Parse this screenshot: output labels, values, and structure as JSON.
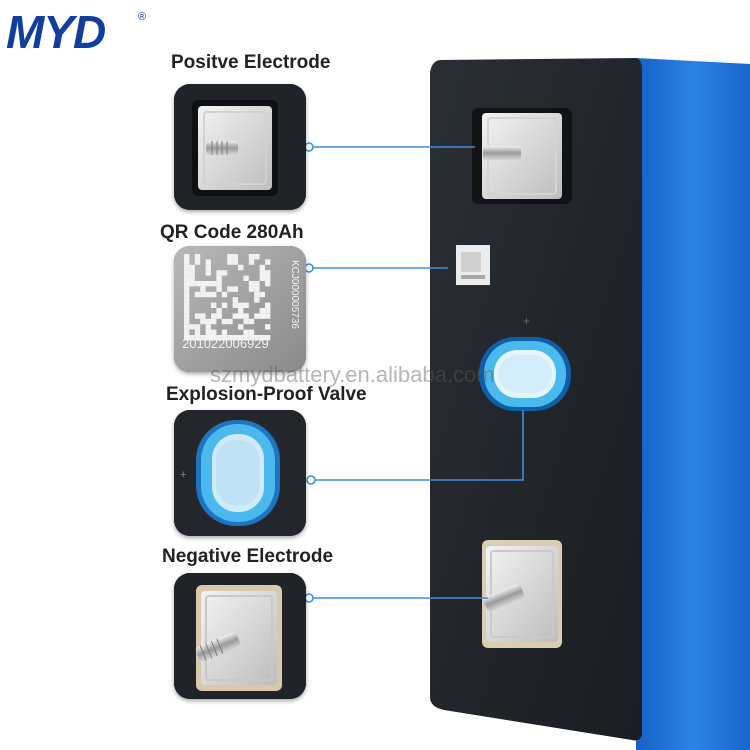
{
  "brand": {
    "logo_text": "MYD",
    "registered_mark": "®"
  },
  "labels": {
    "positive": "Positve Electrode",
    "qr": "QR Code 280Ah",
    "valve": "Explosion-Proof Valve",
    "negative": "Negative Electrode"
  },
  "qr_serial": "201022006929",
  "qr_side_code": "KCJ000005736",
  "watermark": "szmydbattery.en.alibaba.com",
  "colors": {
    "brand_blue": "#123e9c",
    "callout_blue": "#3d8ee6",
    "cell_blue": "#1d6fd0",
    "valve_cyan": "#49b9ee"
  }
}
